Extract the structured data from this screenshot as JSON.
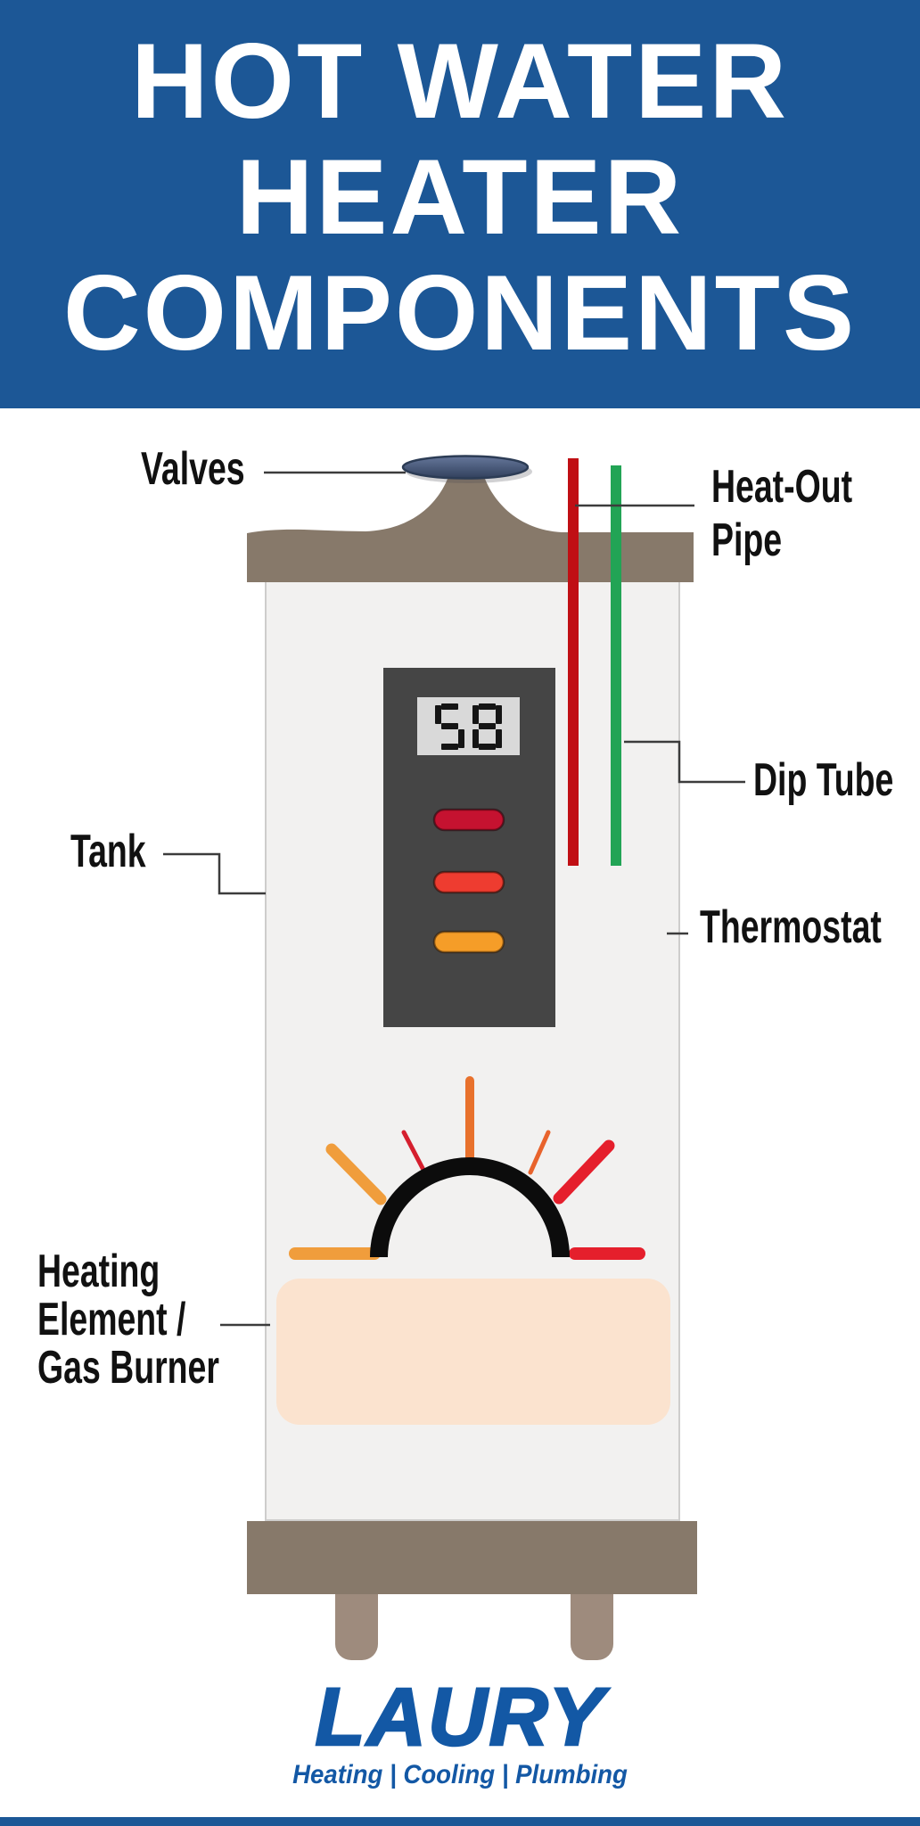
{
  "header": {
    "title_lines": [
      "HOT WATER",
      "HEATER",
      "COMPONENTS"
    ]
  },
  "labels": {
    "valves": "Valves",
    "heat_out_1": "Heat-Out",
    "heat_out_2": "Pipe",
    "dip_tube": "Dip Tube",
    "tank": "Tank",
    "thermostat": "Thermostat",
    "heating_1": "Heating",
    "heating_2": "Element /",
    "heating_3": "Gas Burner"
  },
  "thermostat": {
    "display_value": "58"
  },
  "logo": {
    "name": "LAURY",
    "tagline": "Heating  |  Cooling  |  Plumbing"
  },
  "colors": {
    "header_blue": "#1c5796",
    "logo_blue": "#1358a5",
    "taupe": "#87796a",
    "leg": "#9e8b7d",
    "tank_fill": "#f2f1f0",
    "tank_edge": "#cecdcc",
    "panel_dark": "#454545",
    "lcd": "#d9d9d9",
    "pipe_red": "#c00f14",
    "pipe_green": "#22a455",
    "pill_red": "#c51230",
    "pill_vermilion": "#ee3c30",
    "pill_orange": "#f59d28",
    "flame_orange": "#f09d3c",
    "flame_dark_orange": "#e8712c",
    "flame_red": "#e51f2c",
    "element_peach": "#fbe3cf",
    "label_black": "#111111"
  }
}
